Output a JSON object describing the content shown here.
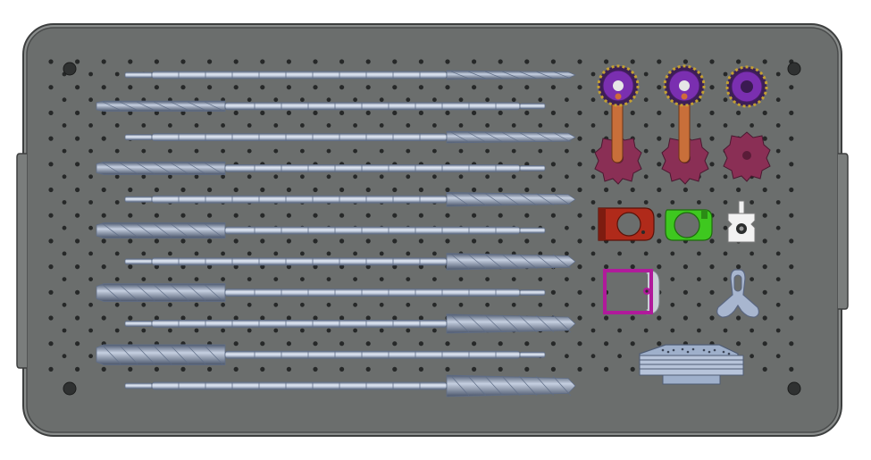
{
  "tray": {
    "colors": {
      "tray_fill": "#6b6e6d",
      "tray_edge": "#3d3f3f",
      "tray_rim": "#8a8d8c",
      "hole": "#262828",
      "screw": "#2f3131",
      "shaft_light": "#dfe6f1",
      "shaft_mid": "#a9b6cc",
      "shaft_dark": "#5f6d86"
    },
    "instruments": {
      "reamer_rows": 11,
      "reamer_orientation": [
        "right",
        "left",
        "right",
        "left",
        "right",
        "left",
        "right",
        "left",
        "right",
        "left",
        "right"
      ],
      "handles": [
        {
          "name": "handle-left",
          "head_color": "#7a2fb0",
          "stem_color": "#c86f3a",
          "base_color": "#8a2f55"
        },
        {
          "name": "handle-middle",
          "head_color": "#7a2fb0",
          "stem_color": "#c86f3a",
          "base_color": "#8a2f55"
        },
        {
          "name": "handle-right",
          "head_color": "#7a2fb0",
          "base_color": "#8a2f55"
        }
      ],
      "rings": [
        {
          "name": "red-ring",
          "color": "#b02a1a"
        },
        {
          "name": "green-ring",
          "color": "#3ec81f"
        },
        {
          "name": "white-clip",
          "color": "#f2f2f2"
        }
      ],
      "frame": {
        "name": "magenta-frame",
        "color": "#b01a9b"
      },
      "wrench": {
        "name": "wrench",
        "color": "#a8b6cf"
      },
      "guide_block": {
        "name": "guide-block",
        "color": "#9fb0cb"
      }
    }
  }
}
